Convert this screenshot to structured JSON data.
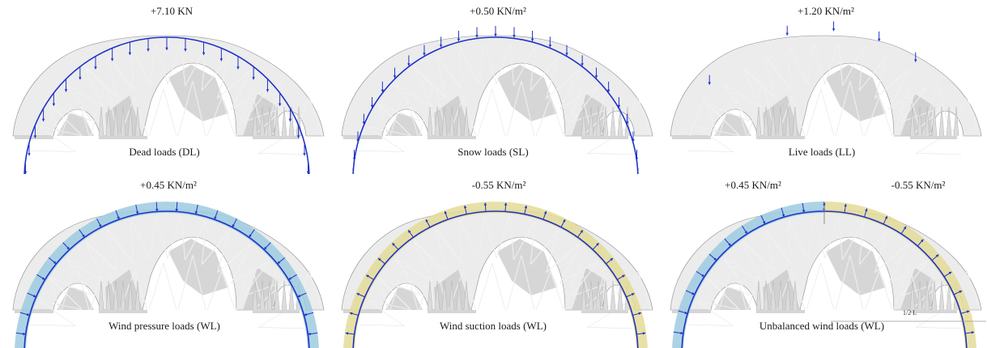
{
  "panels": [
    {
      "id": "dl",
      "caption": "Dead loads (DL)",
      "load_type": "dead",
      "labels": [
        {
          "text": "+7.10 KN"
        }
      ]
    },
    {
      "id": "sl",
      "caption": "Snow loads (SL)",
      "load_type": "snow",
      "labels": [
        {
          "text": "+0.50 KN/m²"
        }
      ]
    },
    {
      "id": "ll",
      "caption": "Live loads (LL)",
      "load_type": "live",
      "labels": [
        {
          "text": "+1.20 KN/m²"
        }
      ]
    },
    {
      "id": "wp",
      "caption": "Wind pressure loads (WL)",
      "load_type": "pressure",
      "labels": [
        {
          "text": "+0.45 KN/m²"
        }
      ]
    },
    {
      "id": "ws",
      "caption": "Wind suction loads (WL)",
      "load_type": "suction",
      "labels": [
        {
          "text": "-0.55 KN/m²"
        }
      ]
    },
    {
      "id": "wu",
      "caption": "Unbalanced wind loads (WL)",
      "load_type": "unbalanced",
      "labels": [
        {
          "text": "+0.45 KN/m²"
        },
        {
          "text": "-0.55 KN/m²"
        }
      ],
      "scale_note": "1/2 L"
    }
  ],
  "colors": {
    "load_line": "#1f33c8",
    "pressure_band": "#9ecbe0",
    "suction_band": "#e4dc98",
    "mesh_fill": "#ececec",
    "mesh_dark": "#c8c8c8",
    "mesh_line": "#ffffff",
    "mesh_edge": "#8c8c8c",
    "support": "#d5d5d5"
  }
}
